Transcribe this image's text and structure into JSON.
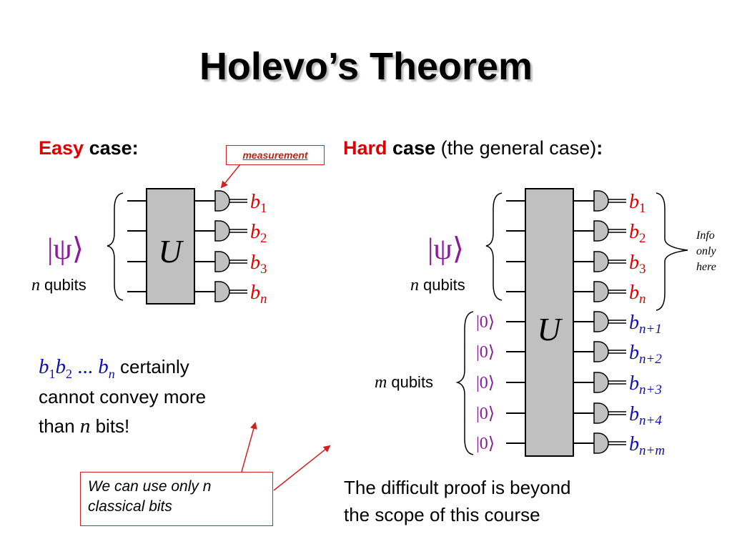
{
  "title": "Holevo’s Theorem",
  "easy": {
    "heading_red": "Easy",
    "heading_rest": "case:",
    "measurement_label": "measurement",
    "psi": "|ψ⟩",
    "n_var": "n",
    "qubits_word": "qubits",
    "gate_label": "U",
    "outputs": [
      {
        "base": "b",
        "sub": "1"
      },
      {
        "base": "b",
        "sub": "2"
      },
      {
        "base": "b",
        "sub": "3"
      },
      {
        "base": "b",
        "sub": "n"
      }
    ],
    "claim": {
      "b1": "b",
      "s1": "1",
      "b2": "b",
      "s2": "2",
      "dots": "...",
      "bn": "b",
      "sn": "n",
      "line1_rest": "certainly",
      "line2": "cannot convey more",
      "line3_pre": "than",
      "line3_n": "n",
      "line3_post": "bits!"
    },
    "callout": "We can use only n classical bits"
  },
  "hard": {
    "heading_red": "Hard",
    "heading_bold": "case",
    "heading_rest": "(the general case)",
    "heading_colon": ":",
    "psi": "|ψ⟩",
    "n_var": "n",
    "qubits_word": "qubits",
    "m_var": "m",
    "m_qubits_word": "qubits",
    "ancilla": "|0⟩",
    "gate_label": "U",
    "info_note": [
      "Info",
      "only",
      "here"
    ],
    "outputs_top": [
      {
        "base": "b",
        "sub": "1"
      },
      {
        "base": "b",
        "sub": "2"
      },
      {
        "base": "b",
        "sub": "3"
      },
      {
        "base": "b",
        "sub": "n"
      }
    ],
    "outputs_bottom": [
      {
        "base": "b",
        "sub": "n+1"
      },
      {
        "base": "b",
        "sub": "n+2"
      },
      {
        "base": "b",
        "sub": "n+3"
      },
      {
        "base": "b",
        "sub": "n+4"
      },
      {
        "base": "b",
        "sub": "n+m"
      }
    ],
    "conclusion": [
      "The difficult proof is beyond",
      "the scope of this course"
    ]
  },
  "colors": {
    "red": "#e00000",
    "blue": "#1010b0",
    "purple": "#8a1a9a",
    "gate": "#c0c0c0"
  }
}
